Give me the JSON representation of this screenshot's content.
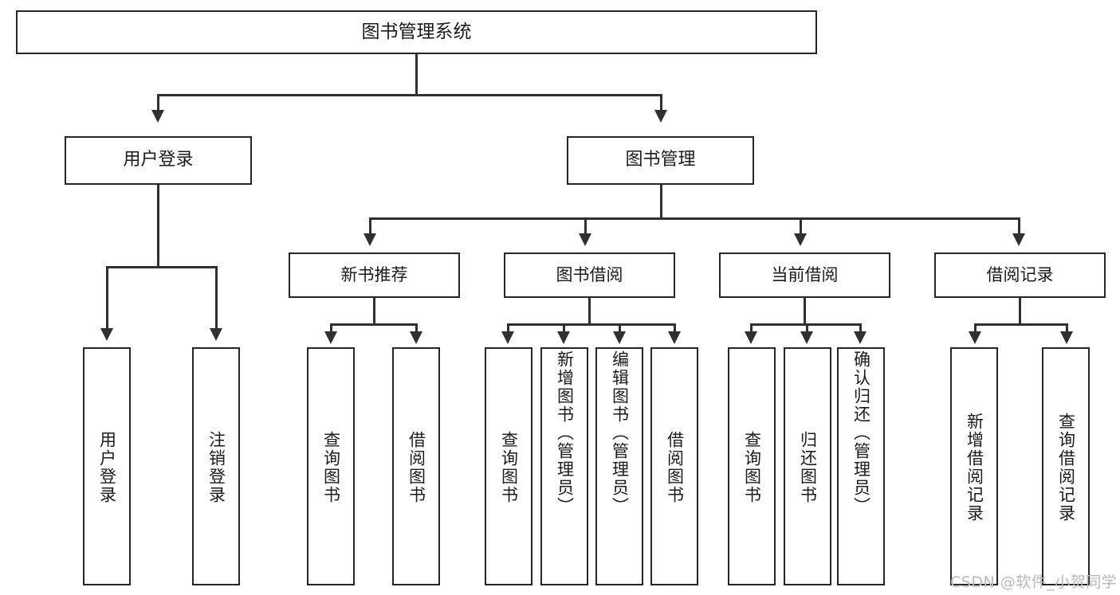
{
  "diagram": {
    "title": "图书管理系统",
    "type": "hierarchy-tree",
    "watermark": "CSDN @软件_小贺同学",
    "colors": {
      "background": "#ffffff",
      "box_border": "#262626",
      "connector": "#303030",
      "text": "#1b1b1b",
      "watermark": "#b9b9b9"
    },
    "root": {
      "label": "图书管理系统"
    },
    "level2": [
      {
        "label": "用户登录"
      },
      {
        "label": "图书管理"
      }
    ],
    "level3": [
      {
        "label": "新书推荐"
      },
      {
        "label": "图书借阅"
      },
      {
        "label": "当前借阅"
      },
      {
        "label": "借阅记录"
      }
    ],
    "leaves": {
      "user_login": [
        {
          "label": "用户登录"
        },
        {
          "label": "注销登录"
        }
      ],
      "new_book_recommend": [
        {
          "label": "查询图书"
        },
        {
          "label": "借阅图书"
        }
      ],
      "book_borrow": [
        {
          "label": "查询图书"
        },
        {
          "label": "新增图书（管理员）"
        },
        {
          "label": "编辑图书（管理员）"
        },
        {
          "label": "借阅图书"
        }
      ],
      "current_borrow": [
        {
          "label": "查询图书"
        },
        {
          "label": "归还图书"
        },
        {
          "label": "确认归还（管理员）"
        }
      ],
      "borrow_record": [
        {
          "label": "新增借阅记录"
        },
        {
          "label": "查询借阅记录"
        }
      ]
    }
  }
}
